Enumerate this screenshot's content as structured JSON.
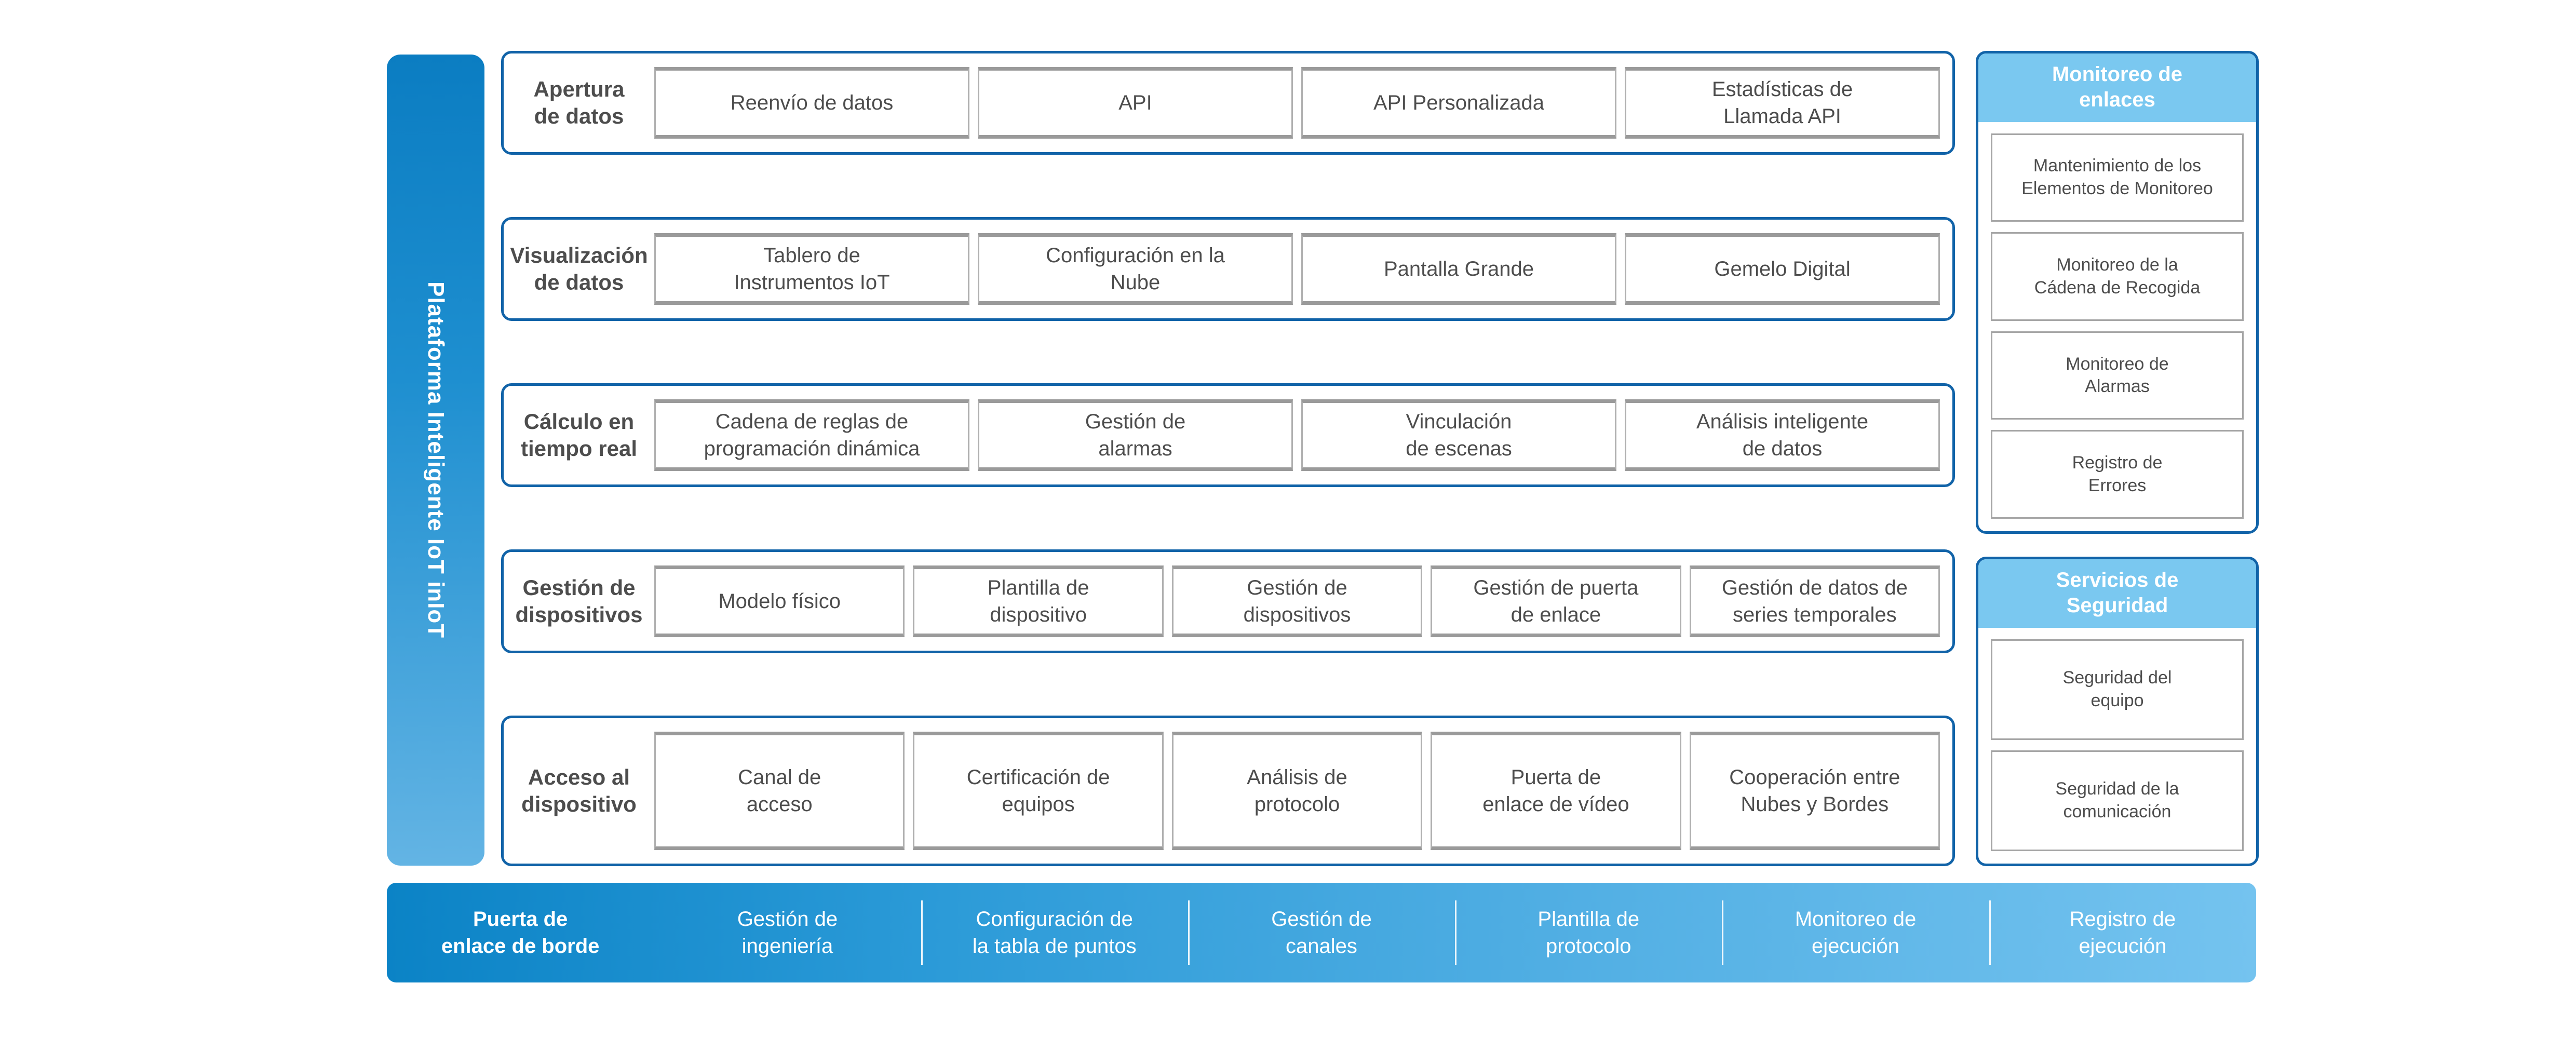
{
  "platform": {
    "label": "Plataforma Inteligente IoT inIoT"
  },
  "colors": {
    "border_blue": "#1163a8",
    "panel_header_blue": "#7ac8f0",
    "bar_blue_dark": "#0b83c6",
    "bar_blue_light": "#74c3ef",
    "cell_border_gray": "#a6a6a6",
    "text_gray": "#4d4d4d"
  },
  "capability_rows": [
    {
      "title": "Apertura\nde datos",
      "items": [
        "Reenvío de datos",
        "API",
        "API Personalizada",
        "Estadísticas de\nLlamada API"
      ]
    },
    {
      "title": "Visualización\nde datos",
      "items": [
        "Tablero de\nInstrumentos IoT",
        "Configuración en la\nNube",
        "Pantalla Grande",
        "Gemelo Digital"
      ]
    },
    {
      "title": "Cálculo en\ntiempo real",
      "items": [
        "Cadena de reglas de\nprogramación dinámica",
        "Gestión de\nalarmas",
        "Vinculación\nde escenas",
        "Análisis inteligente\nde datos"
      ]
    },
    {
      "title": "Gestión de\ndispositivos",
      "items": [
        "Modelo físico",
        "Plantilla de\ndispositivo",
        "Gestión de\ndispositivos",
        "Gestión de puerta\nde enlace",
        "Gestión de datos de\nseries temporales"
      ]
    },
    {
      "title": "Acceso al\ndispositivo",
      "items": [
        "Canal de\nacceso",
        "Certificación de\nequipos",
        "Análisis de\nprotocolo",
        "Puerta de\nenlace de vídeo",
        "Cooperación entre\nNubes y Bordes"
      ]
    }
  ],
  "side_panels": [
    {
      "title": "Monitoreo de\nenlaces",
      "items": [
        "Mantenimiento de los\nElementos de Monitoreo",
        "Monitoreo de la\nCádena de Recogida",
        "Monitoreo de\nAlarmas",
        "Registro de\nErrores"
      ]
    },
    {
      "title": "Servicios de\nSeguridad",
      "items": [
        "Seguridad del\nequipo",
        "Seguridad de la\ncomunicación"
      ]
    }
  ],
  "gateway_bar": {
    "lead": "Puerta de\nenlace de borde",
    "items": [
      "Gestión de\ningeniería",
      "Configuración de\nla tabla de puntos",
      "Gestión de\ncanales",
      "Plantilla de\nprotocolo",
      "Monitoreo de\nejecución",
      "Registro de\nejecución"
    ]
  }
}
